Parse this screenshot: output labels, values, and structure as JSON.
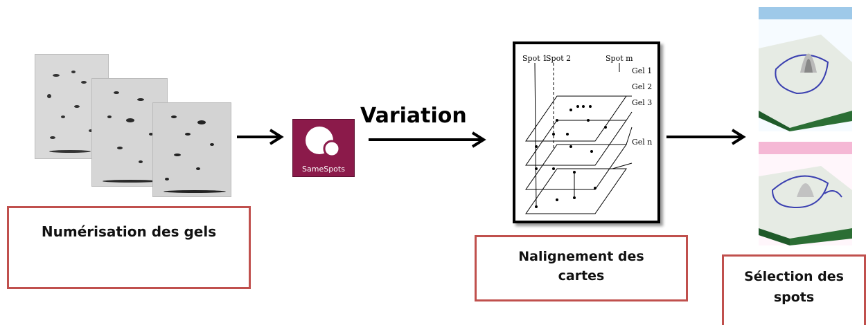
{
  "steps": {
    "digitization": {
      "label": "Numérisation des gels"
    },
    "software": {
      "logo_text": "SameSpots",
      "accent": "#8b1a4a"
    },
    "variation": {
      "label": "Variation"
    },
    "alignment": {
      "label": "Nalignement des cartes",
      "spot_labels": [
        "Spot 1",
        "Spot 2",
        "Spot m"
      ],
      "gel_labels": [
        "Gel 1",
        "Gel 2",
        "Gel 3",
        "Gel n"
      ]
    },
    "selection": {
      "label": "Sélection des spots"
    }
  },
  "colors": {
    "box_border": "#c0504d",
    "arrow": "#000000"
  }
}
